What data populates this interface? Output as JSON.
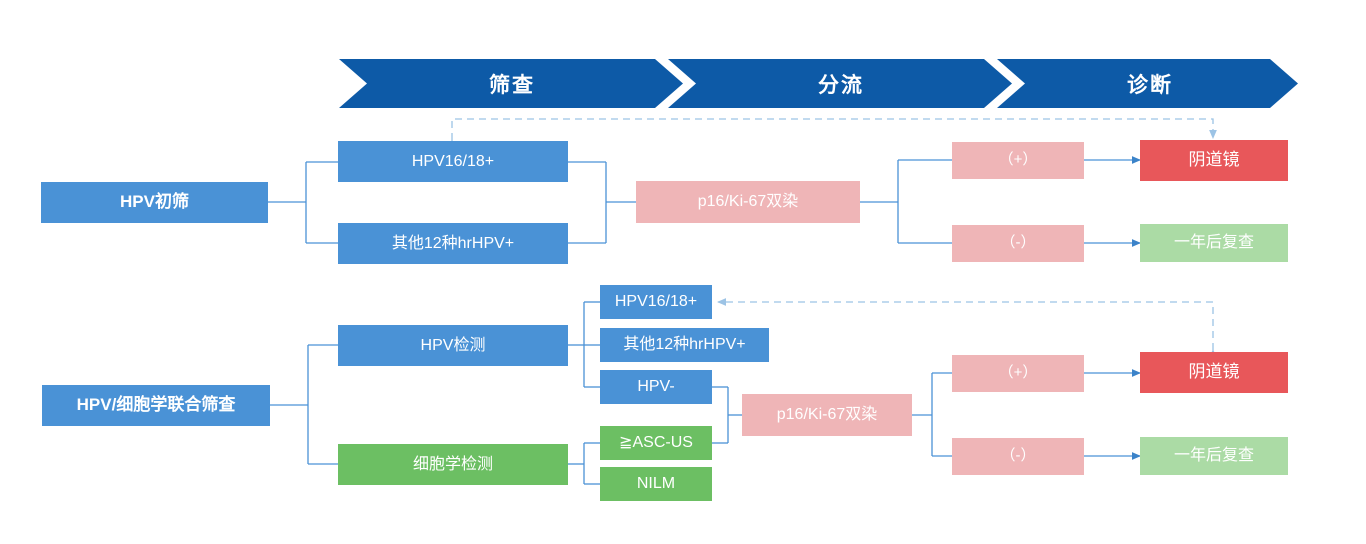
{
  "diagram": {
    "title_banner": {
      "segments": [
        {
          "label": "筛查",
          "name": "screening"
        },
        {
          "label": "分流",
          "name": "triage"
        },
        {
          "label": "诊断",
          "name": "diagnosis"
        }
      ],
      "color": "#0d5aa7",
      "text_color": "#ffffff"
    },
    "palette": {
      "blue": "#4a92d6",
      "green": "#6cbf63",
      "pink": "#efb5b7",
      "red": "#e8575a",
      "light_green": "#abdba5",
      "connector": "#4a92d6",
      "banner_blue": "#0d5aa7"
    },
    "pathway_1": {
      "start": "HPV初筛",
      "branches": [
        "HPV16/18+",
        "其他12种hrHPV+"
      ],
      "triage": "p16/Ki-67双染",
      "results": [
        "（+）",
        "（-）"
      ],
      "outcomes": [
        "阴道镜",
        "一年后复查"
      ]
    },
    "pathway_2": {
      "start": "HPV/细胞学联合筛查",
      "tests": [
        "HPV检测",
        "细胞学检测"
      ],
      "hpv_results": [
        "HPV16/18+",
        "其他12种hrHPV+",
        "HPV-"
      ],
      "cytology_results": [
        "≧ASC-US",
        "NILM"
      ],
      "triage": "p16/Ki-67双染",
      "results": [
        "（+）",
        "（-）"
      ],
      "outcomes": [
        "阴道镜",
        "一年后复查"
      ]
    }
  }
}
